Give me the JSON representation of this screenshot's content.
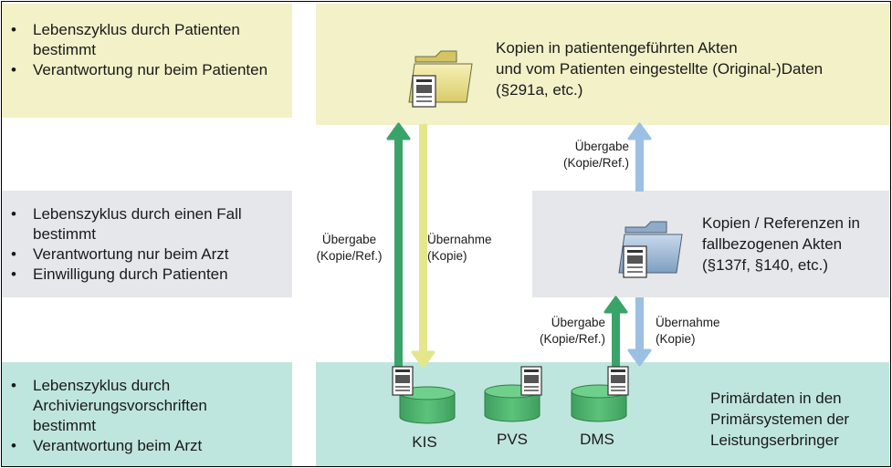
{
  "left_column": {
    "patient": [
      "Lebenszyklus durch Patienten bestimmt",
      "Verantwortung nur beim Patienten"
    ],
    "case": [
      "Lebenszyklus durch einen Fall bestimmt",
      "Verantwortung nur beim Arzt",
      "Einwilligung durch Patienten"
    ],
    "archive": [
      "Lebenszyklus durch Archivierungsvorschriften bestimmt",
      "Verantwortung beim Arzt"
    ]
  },
  "patient_records": {
    "line1": "Kopien in patientengeführten Akten",
    "line2": "und vom Patienten eingestellte (Original-)Daten",
    "line3": "(§291a, etc.)"
  },
  "case_records": {
    "line1": "Kopien / Referenzen in",
    "line2": "fallbezogenen Akten",
    "line3": "(§137f, §140, etc.)"
  },
  "primary_data": {
    "line1": "Primärdaten in den",
    "line2": "Primärsystemen der",
    "line3": "Leistungserbringer"
  },
  "systems": [
    "KIS",
    "PVS",
    "DMS"
  ],
  "arrows": {
    "kis_up": {
      "line1": "Übergabe",
      "line2": "(Kopie/Ref.)"
    },
    "kis_down": {
      "line1": "Übernahme",
      "line2": "(Kopie)"
    },
    "case_up": {
      "line1": "Übergabe",
      "line2": "(Kopie/Ref.)"
    },
    "dms_up": {
      "line1": "Übergabe",
      "line2": "(Kopie/Ref.)"
    },
    "dms_down": {
      "line1": "Übernahme",
      "line2": "(Kopie)"
    }
  },
  "colors": {
    "yellow_band": "#f2f1c8",
    "grey_band": "#e6e7eb",
    "teal_band": "#bfe6de",
    "green_arrow": "#3aa36a",
    "yellow_arrow": "#e3e68a",
    "blue_arrow": "#9cc0e3",
    "cylinder": "#4fb86f"
  },
  "icons": [
    "folder-icon",
    "document-icon",
    "database-icon",
    "server-icon"
  ]
}
